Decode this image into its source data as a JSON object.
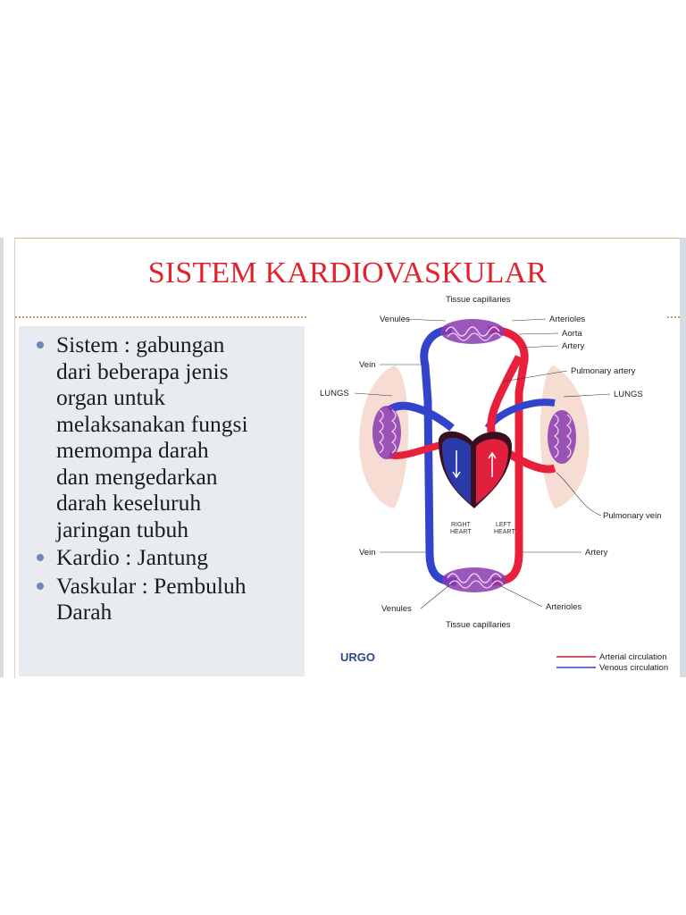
{
  "title": "SISTEM KARDIOVASKULAR",
  "bullets": [
    {
      "text": "Sistem : gabungan\ndari beberapa jenis\norgan untuk\nmelaksanakan fungsi\nmemompa darah\ndan mengedarkan\ndarah keseluruh\njaringan tubuh"
    },
    {
      "text": "Kardio : Jantung"
    },
    {
      "text": "Vaskular : Pembuluh\nDarah"
    }
  ],
  "diagram": {
    "labels": {
      "tissue_capillaries_top": "Tissue capillaries",
      "venules_top": "Venules",
      "arterioles_top": "Arterioles",
      "aorta": "Aorta",
      "artery_top": "Artery",
      "vein_top": "Vein",
      "pulmonary_artery": "Pulmonary artery",
      "lungs_left": "LUNGS",
      "lungs_right": "LUNGS",
      "pulmonary_vein": "Pulmonary vein",
      "right_heart_1": "RIGHT",
      "right_heart_2": "HEART",
      "left_heart_1": "LEFT",
      "left_heart_2": "HEART",
      "vein_bottom": "Vein",
      "artery_bottom": "Artery",
      "venules_bottom": "Venules",
      "arterioles_bottom": "Arterioles",
      "tissue_capillaries_bottom": "Tissue capillaries"
    },
    "legend": {
      "arterial": "Arterial circulation",
      "venous": "Venous circulation"
    },
    "logo": "URGO",
    "colors": {
      "arterial": "#e8203c",
      "venous": "#3344cc",
      "lung": "#f6dcd2"
    }
  }
}
